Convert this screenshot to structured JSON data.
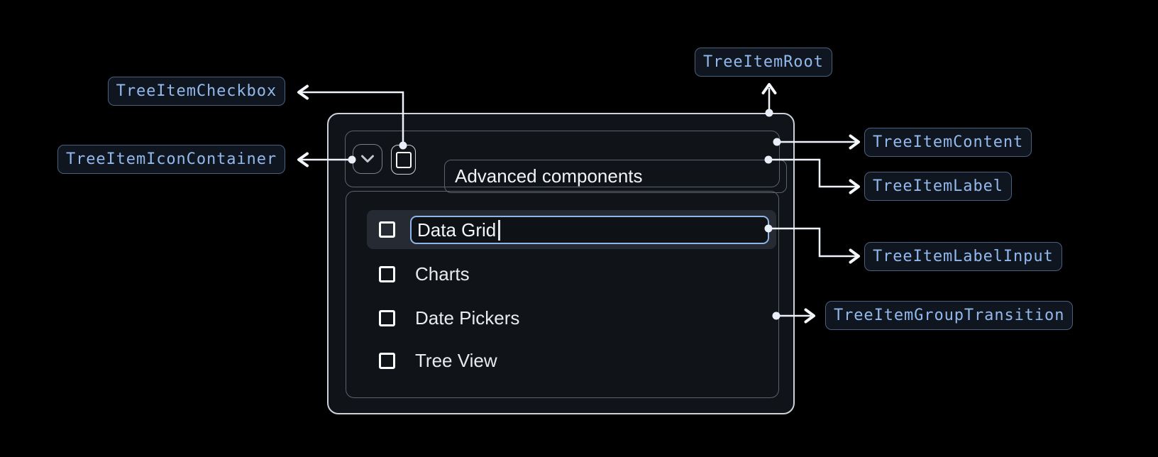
{
  "badges": {
    "checkbox": "TreeItemCheckbox",
    "icon_container": "TreeItemIconContainer",
    "root": "TreeItemRoot",
    "content": "TreeItemContent",
    "label": "TreeItemLabel",
    "label_input": "TreeItemLabelInput",
    "group_transition": "TreeItemGroupTransition"
  },
  "tree": {
    "parent_label": "Advanced components",
    "items": [
      {
        "label": "Data Grid",
        "state": "editing"
      },
      {
        "label": "Charts",
        "state": "default"
      },
      {
        "label": "Date Pickers",
        "state": "default"
      },
      {
        "label": "Tree View",
        "state": "default"
      }
    ]
  },
  "icons": {
    "expand": "chevron-down-icon",
    "checkbox": "checkbox-unchecked-icon"
  },
  "colors": {
    "page_bg": "#000000",
    "badge_text": "#92b9ed",
    "badge_bg": "#10161f",
    "badge_border": "#49607e",
    "root_border": "#ccd1da",
    "box_border": "#5e626a",
    "root_bg": "#101318",
    "row_highlight": "#262b33",
    "input_focus_border": "#8fb5e8",
    "item_text": "#e9eaec",
    "connector": "#eff3f9"
  }
}
